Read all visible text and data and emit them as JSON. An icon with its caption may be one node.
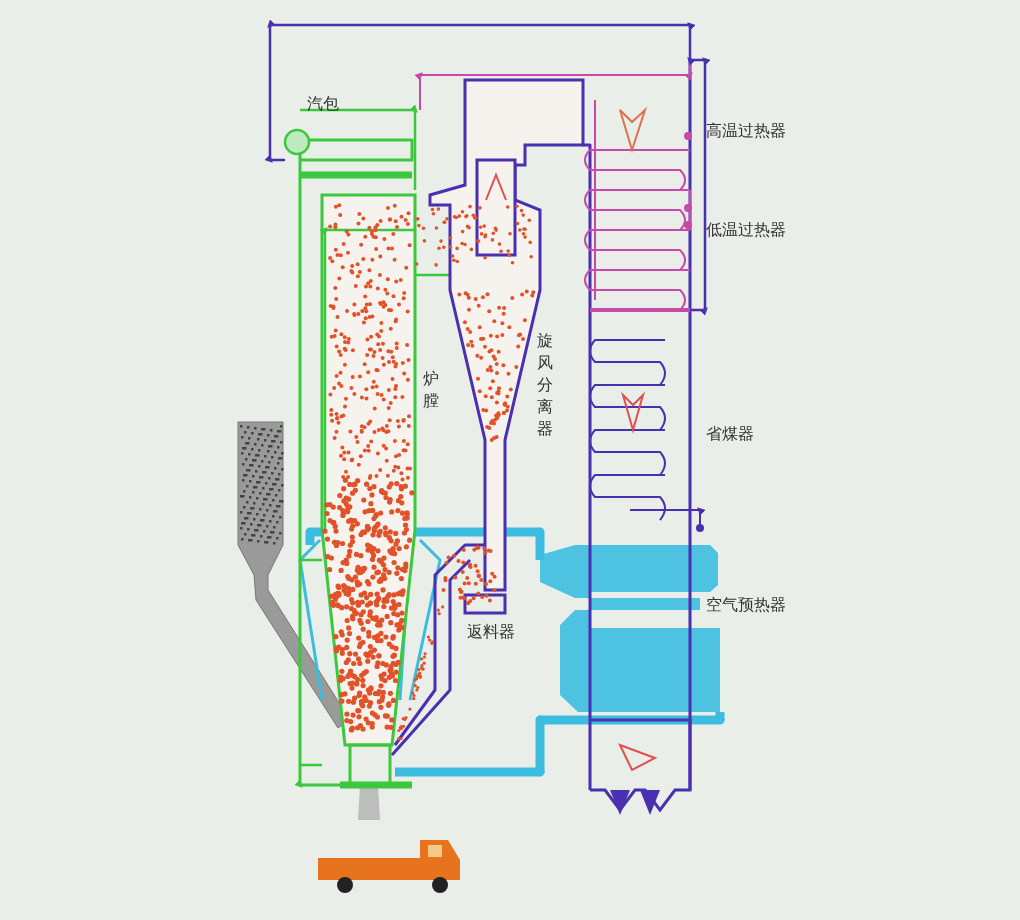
{
  "diagram": {
    "labels": [
      "汽包",
      "高温过热器",
      "低温过热器",
      "炉膛",
      "旋风分离器",
      "省煤器",
      "空气预热器",
      "返料器"
    ]
  }
}
